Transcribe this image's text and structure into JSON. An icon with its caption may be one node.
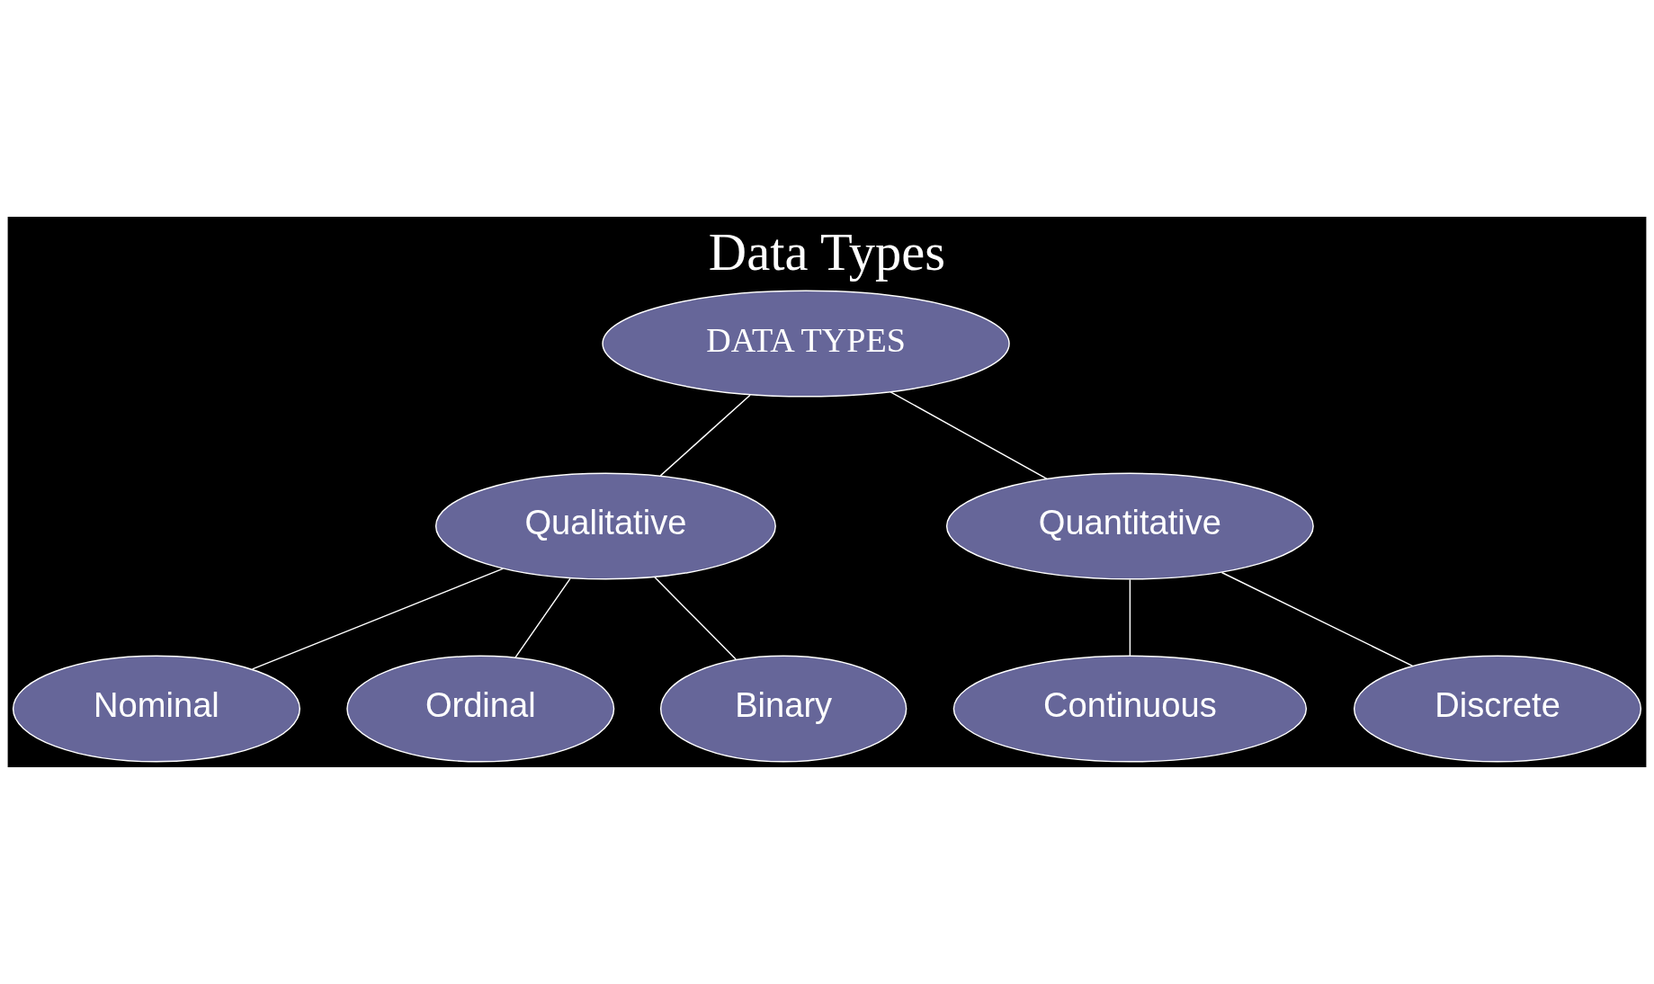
{
  "diagram": {
    "title": "Data Types",
    "nodes": [
      {
        "text": [
          "DATA TYPES"
        ]
      },
      {
        "text": [
          "Qualitative"
        ]
      },
      {
        "text": [
          "Quantitative"
        ]
      },
      {
        "text": [
          "Nominal"
        ]
      },
      {
        "text": [
          "Ordinal"
        ]
      },
      {
        "text": [
          "Binary"
        ]
      },
      {
        "text": [
          "Continuous"
        ]
      },
      {
        "text": [
          "Discrete"
        ]
      }
    ],
    "edges": [
      {
        "from": 0,
        "to": 1,
        "arrow": "none"
      },
      {
        "from": 0,
        "to": 2,
        "arrow": "none"
      },
      {
        "from": 1,
        "to": 3,
        "arrow": "none"
      },
      {
        "from": 1,
        "to": 4,
        "arrow": "none"
      },
      {
        "from": 1,
        "to": 5,
        "arrow": "none"
      },
      {
        "from": 2,
        "to": 6,
        "arrow": "none"
      },
      {
        "from": 2,
        "to": 7,
        "arrow": "none"
      }
    ]
  }
}
